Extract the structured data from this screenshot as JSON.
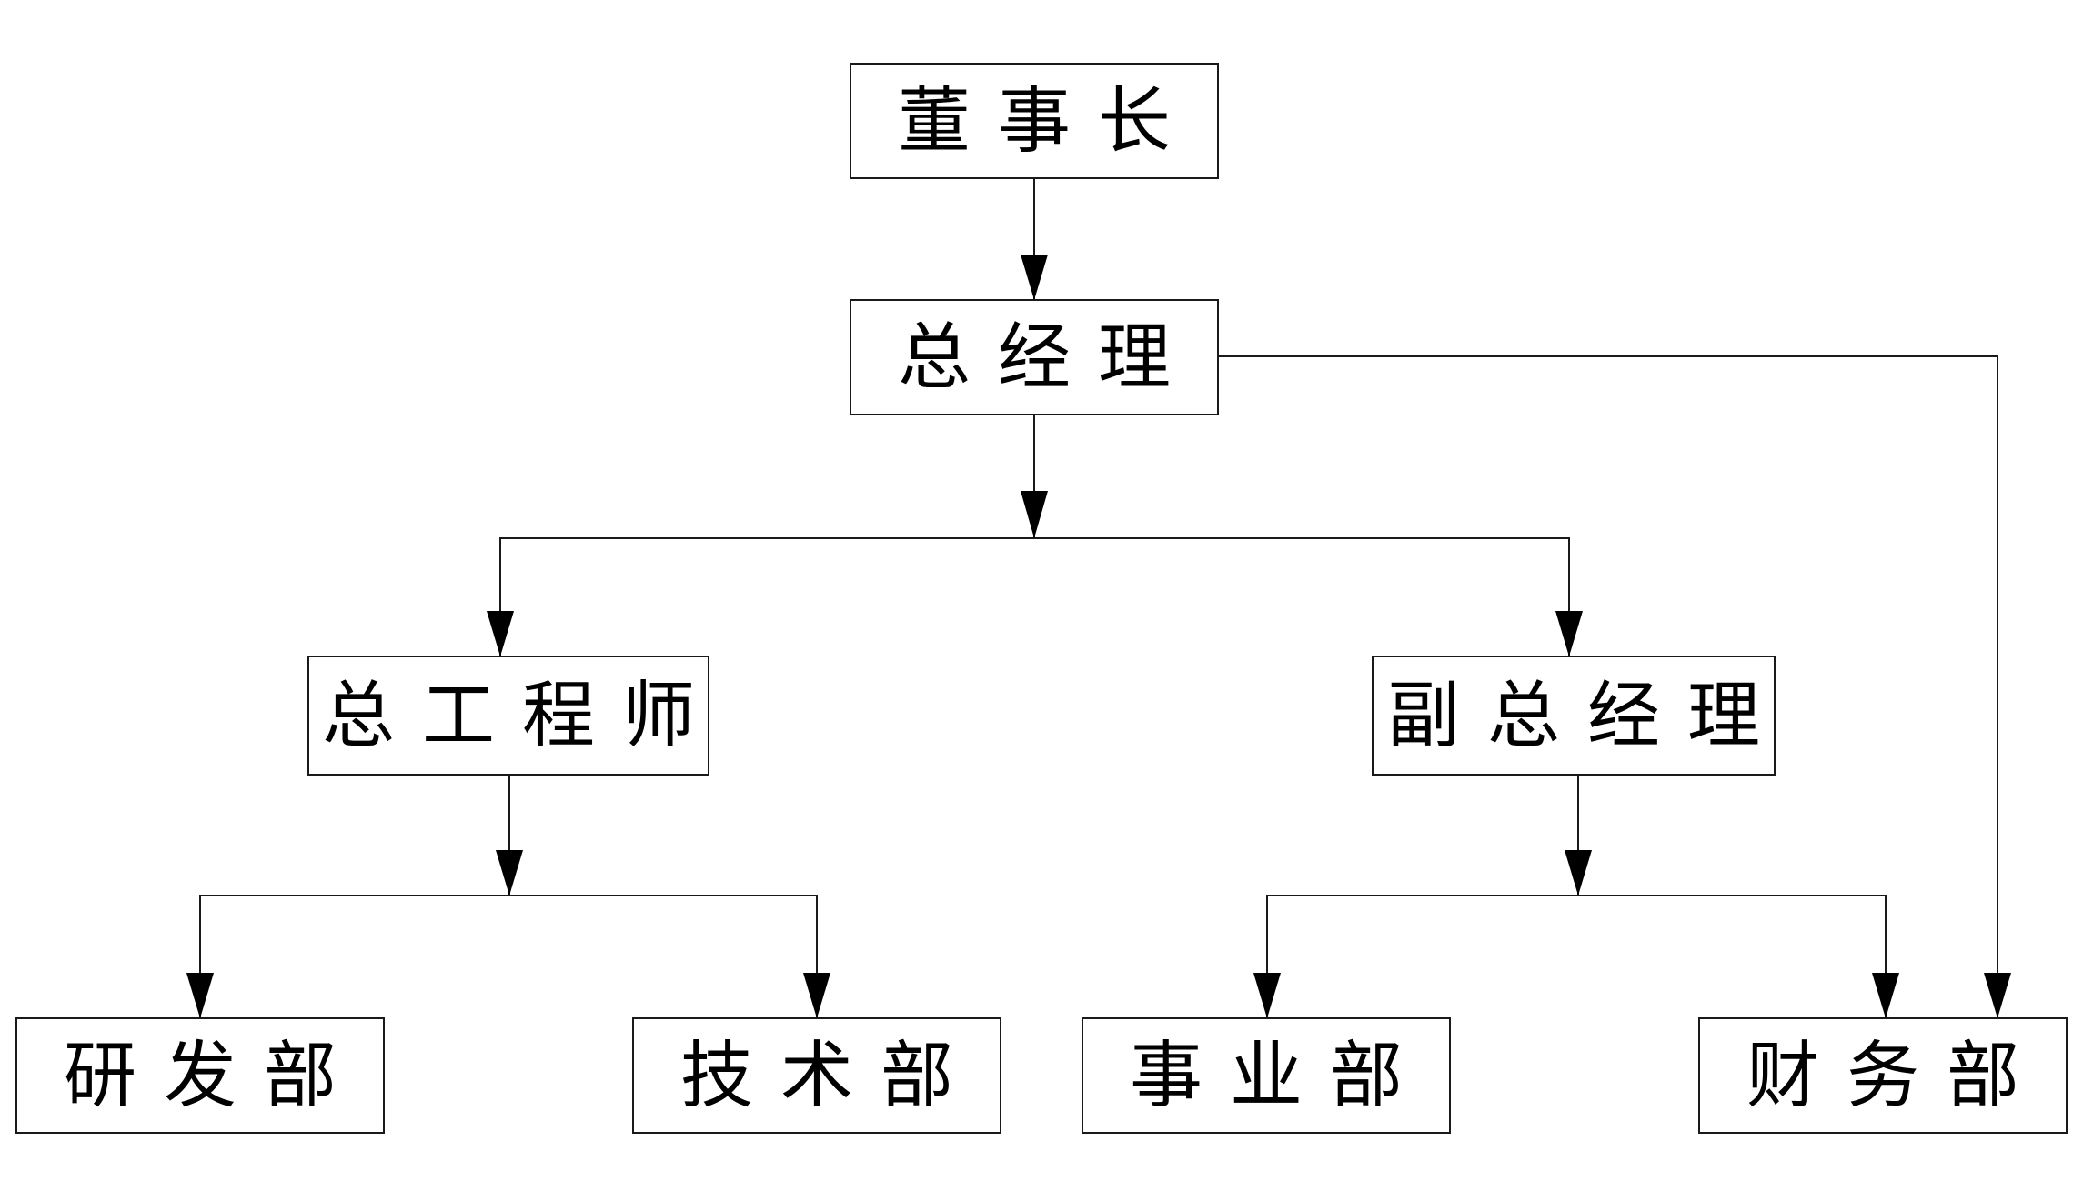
{
  "nodes": {
    "chairman": {
      "label": "董事长"
    },
    "general_manager": {
      "label": "总经理"
    },
    "chief_engineer": {
      "label": "总工程师"
    },
    "deputy_general_manager": {
      "label": "副总经理"
    },
    "rd_department": {
      "label": "研发部"
    },
    "technical_department": {
      "label": "技术部"
    },
    "business_department": {
      "label": "事业部"
    },
    "finance_department": {
      "label": "财务部"
    }
  },
  "edges": [
    {
      "from": "chairman",
      "to": "general_manager"
    },
    {
      "from": "general_manager",
      "to": "chief_engineer"
    },
    {
      "from": "general_manager",
      "to": "deputy_general_manager"
    },
    {
      "from": "general_manager",
      "to": "finance_department"
    },
    {
      "from": "chief_engineer",
      "to": "rd_department"
    },
    {
      "from": "chief_engineer",
      "to": "technical_department"
    },
    {
      "from": "deputy_general_manager",
      "to": "business_department"
    },
    {
      "from": "deputy_general_manager",
      "to": "finance_department"
    }
  ],
  "colors": {
    "line": "#1a1a1a",
    "box_fill": "#ffffff",
    "text": "#000000"
  }
}
